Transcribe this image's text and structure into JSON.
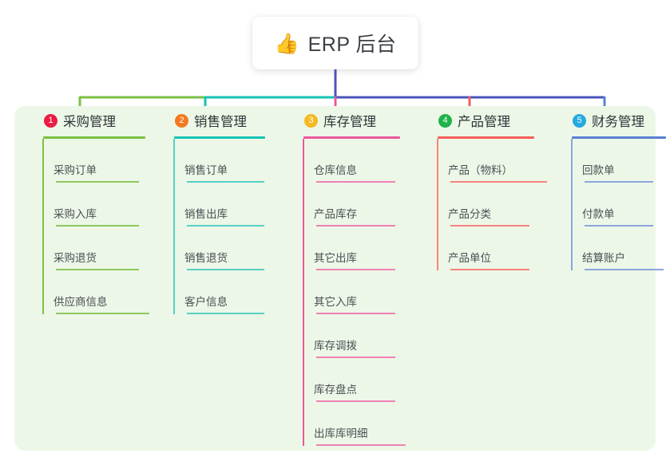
{
  "root": {
    "emoji": "👍",
    "emoji_name": "thumbs-up-icon",
    "title": "ERP 后台"
  },
  "canvas": {
    "background": "#edf7e7",
    "page_background": "#ffffff"
  },
  "branches": [
    {
      "number": "1",
      "title": "采购管理",
      "line_color": "#7ac143",
      "badge_color": "#ec1c44",
      "items": [
        "采购订单",
        "采购入库",
        "采购退货",
        "供应商信息"
      ]
    },
    {
      "number": "2",
      "title": "销售管理",
      "line_color": "#16c3b4",
      "badge_color": "#f47920",
      "items": [
        "销售订单",
        "销售出库",
        "销售退货",
        "客户信息"
      ]
    },
    {
      "number": "3",
      "title": "库存管理",
      "line_color": "#ea589e",
      "badge_color": "#f5b921",
      "items": [
        "仓库信息",
        "产品库存",
        "其它出库",
        "其它入库",
        "库存调拨",
        "库存盘点",
        "出库库明细"
      ]
    },
    {
      "number": "4",
      "title": "产品管理",
      "line_color": "#f4605a",
      "badge_color": "#20b24b",
      "items": [
        "产品（物料）",
        "产品分类",
        "产品单位"
      ]
    },
    {
      "number": "5",
      "title": "财务管理",
      "line_color": "#5b7fd4",
      "badge_color": "#25a9e0",
      "items": [
        "回款单",
        "付款单",
        "结算账户"
      ]
    }
  ],
  "connectors": {
    "trunk_color": "#4a55b8",
    "bar_segment_left_color": "#7ac143",
    "bar_segment_mid_color": "#16c3b4",
    "bar_segment_right_color": "#4a55b8"
  }
}
